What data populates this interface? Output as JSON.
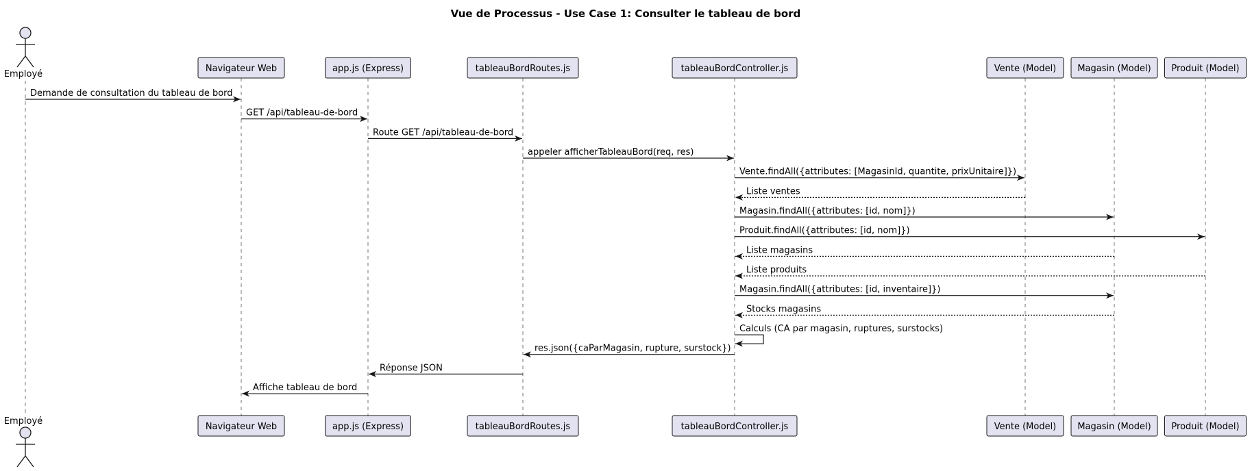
{
  "title": "Vue de Processus - Use Case 1: Consulter le tableau de bord",
  "participants": [
    {
      "id": "employe",
      "label": "Employé",
      "kind": "actor"
    },
    {
      "id": "navigateur",
      "label": "Navigateur Web",
      "kind": "participant"
    },
    {
      "id": "app",
      "label": "app.js (Express)",
      "kind": "participant"
    },
    {
      "id": "routes",
      "label": "tableauBordRoutes.js",
      "kind": "participant"
    },
    {
      "id": "controller",
      "label": "tableauBordController.js",
      "kind": "participant"
    },
    {
      "id": "vente",
      "label": "Vente (Model)",
      "kind": "participant"
    },
    {
      "id": "magasin",
      "label": "Magasin (Model)",
      "kind": "participant"
    },
    {
      "id": "produit",
      "label": "Produit (Model)",
      "kind": "participant"
    }
  ],
  "messages": [
    {
      "from": "employe",
      "to": "navigateur",
      "text": "Demande de consultation du tableau de bord",
      "style": "solid"
    },
    {
      "from": "navigateur",
      "to": "app",
      "text": "GET /api/tableau-de-bord",
      "style": "solid"
    },
    {
      "from": "app",
      "to": "routes",
      "text": "Route GET /api/tableau-de-bord",
      "style": "solid"
    },
    {
      "from": "routes",
      "to": "controller",
      "text": "appeler afficherTableauBord(req, res)",
      "style": "solid"
    },
    {
      "from": "controller",
      "to": "vente",
      "text": "Vente.findAll({attributes: [MagasinId, quantite, prixUnitaire]})",
      "style": "solid"
    },
    {
      "from": "vente",
      "to": "controller",
      "text": "Liste ventes",
      "style": "dotted"
    },
    {
      "from": "controller",
      "to": "magasin",
      "text": "Magasin.findAll({attributes: [id, nom]})",
      "style": "solid"
    },
    {
      "from": "controller",
      "to": "produit",
      "text": "Produit.findAll({attributes: [id, nom]})",
      "style": "solid"
    },
    {
      "from": "magasin",
      "to": "controller",
      "text": "Liste magasins",
      "style": "dotted"
    },
    {
      "from": "produit",
      "to": "controller",
      "text": "Liste produits",
      "style": "dotted"
    },
    {
      "from": "controller",
      "to": "magasin",
      "text": "Magasin.findAll({attributes: [id, inventaire]})",
      "style": "solid"
    },
    {
      "from": "magasin",
      "to": "controller",
      "text": "Stocks magasins",
      "style": "dotted"
    },
    {
      "from": "controller",
      "to": "controller",
      "text": "Calculs (CA par magasin, ruptures, surstocks)",
      "style": "self"
    },
    {
      "from": "controller",
      "to": "routes",
      "text": "res.json({caParMagasin, rupture, surstock})",
      "style": "solid"
    },
    {
      "from": "routes",
      "to": "app",
      "text": "Réponse JSON",
      "style": "solid"
    },
    {
      "from": "app",
      "to": "navigateur",
      "text": "Affiche tableau de bord",
      "style": "solid"
    }
  ]
}
